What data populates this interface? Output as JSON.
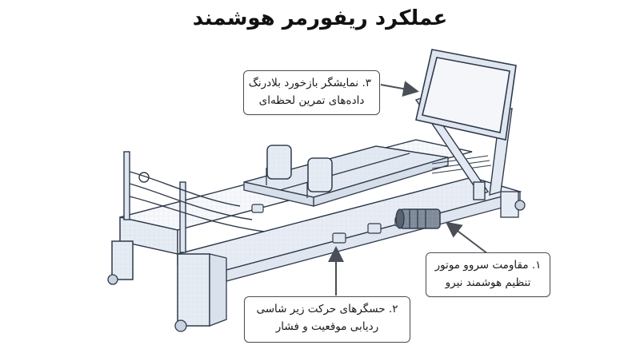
{
  "title": "عملکرد ریفورمر هوشمند",
  "callouts": {
    "display": {
      "line1": "۳. نمایشگر بازخورد بلادرنگ",
      "line2": "داده‌های تمرین لحظه‌ای"
    },
    "motor": {
      "line1": "۱. مقاومت سروو موتور",
      "line2": "تنظیم هوشمند نیرو"
    },
    "sensors": {
      "line1": "۲. حسگرهای حرکت زیر شاسی",
      "line2": "ردیابی موقعیت و فشار"
    }
  },
  "colors": {
    "line": "#2f3a4a",
    "frame_fill": "#eef2f8",
    "carriage_fill": "#e3e9f2",
    "screen_fill": "#f4f6fa",
    "arrow": "#4a4f57"
  }
}
